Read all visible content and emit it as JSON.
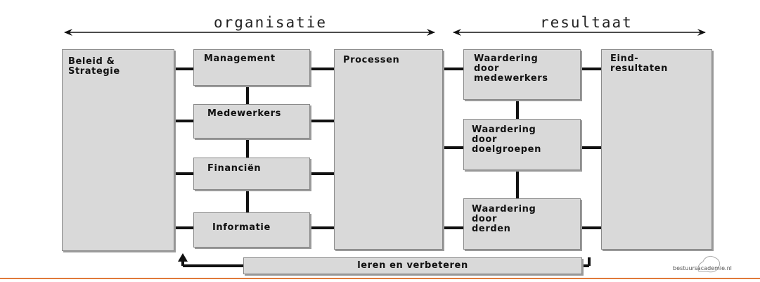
{
  "headers": {
    "left": "organisatie",
    "right": "resultaat"
  },
  "boxes": {
    "beleid": "Beleid &\nStrategie",
    "management": "Management",
    "medewerkers": "Medewerkers",
    "financien": "Financiën",
    "informatie": "Informatie",
    "processen": "Processen",
    "waardering_medewerkers": "Waardering\ndoor\nmedewerkers",
    "waardering_doelgroepen": "Waardering\ndoor\ndoelgroepen",
    "waardering_derden": "Waardering\ndoor\nderden",
    "eindresultaten": "Eind-\nresultaten",
    "leren": "leren en verbeteren"
  },
  "logo": {
    "text": "bestuursacademie.nl"
  },
  "colors": {
    "box_fill": "#d9d9d9",
    "line": "#111111",
    "footer_line": "#e07a3a"
  }
}
